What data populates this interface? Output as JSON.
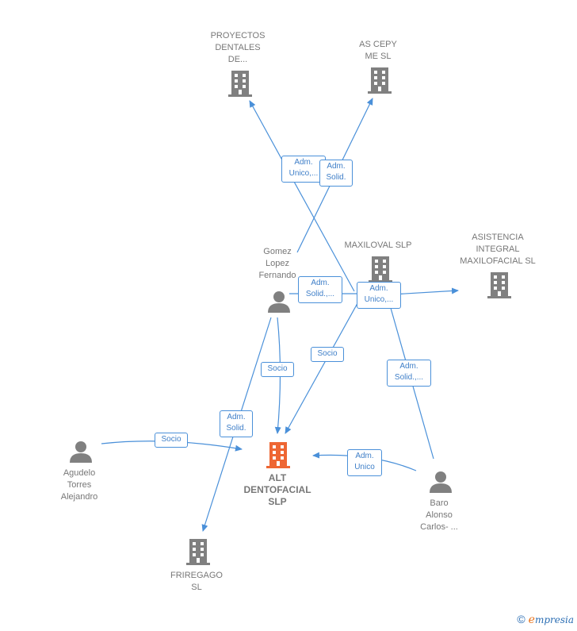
{
  "nodes": {
    "proyectos": {
      "label": "PROYECTOS\nDENTALES\nDE...",
      "type": "company"
    },
    "ascepy": {
      "label": "AS CEPY\nME  SL",
      "type": "company"
    },
    "maxiloval": {
      "label": "MAXILOVAL  SLP",
      "type": "company"
    },
    "asistencia": {
      "label": "ASISTENCIA\nINTEGRAL\nMAXILOFACIAL SL",
      "type": "company"
    },
    "gomez": {
      "label": "Gomez\nLopez\nFernando",
      "type": "person"
    },
    "alt": {
      "label": "ALT\nDENTOFACIAL\nSLP",
      "type": "company-main"
    },
    "agudelo": {
      "label": "Agudelo\nTorres\nAlejandro",
      "type": "person"
    },
    "baro": {
      "label": "Baro\nAlonso\nCarlos- ...",
      "type": "person"
    },
    "friregago": {
      "label": "FRIREGAGO\nSL",
      "type": "company"
    }
  },
  "edges": {
    "e1": "Adm.\nUnico,...",
    "e2": "Adm.\nSolid.",
    "e3": "Adm.\nSolid.,...",
    "e4": "Adm.\nUnico,...",
    "e5": "Socio",
    "e6": "Socio",
    "e7": "Adm.\nSolid.,...",
    "e8": "Adm.\nSolid.",
    "e9": "Socio",
    "e10": "Adm.\nUnico"
  },
  "colors": {
    "edge": "#4a90d9",
    "company": "#808080",
    "main_company": "#ee6633",
    "person": "#808080"
  },
  "watermark": {
    "symbol": "©",
    "brand_first": "e",
    "brand_rest": "mpresia"
  }
}
